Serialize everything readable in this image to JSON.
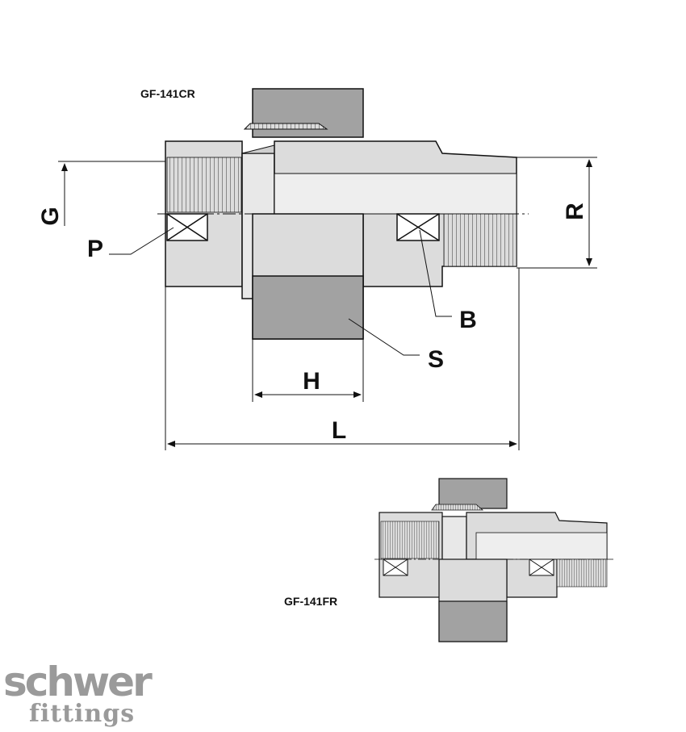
{
  "models": {
    "main": "GF-141CR",
    "alt": "GF-141FR"
  },
  "dimensions": {
    "G": "G",
    "R": "R",
    "P": "P",
    "B": "B",
    "S": "S",
    "H": "H",
    "L": "L"
  },
  "brand": {
    "name": "schwer",
    "sub": "fittings"
  },
  "colors": {
    "part_fill": "#dcdcdc",
    "part_dark": "#a9a9a9",
    "nut_fill": "#a2a2a2",
    "outline": "#111111",
    "logo": "#9a9a9a"
  }
}
